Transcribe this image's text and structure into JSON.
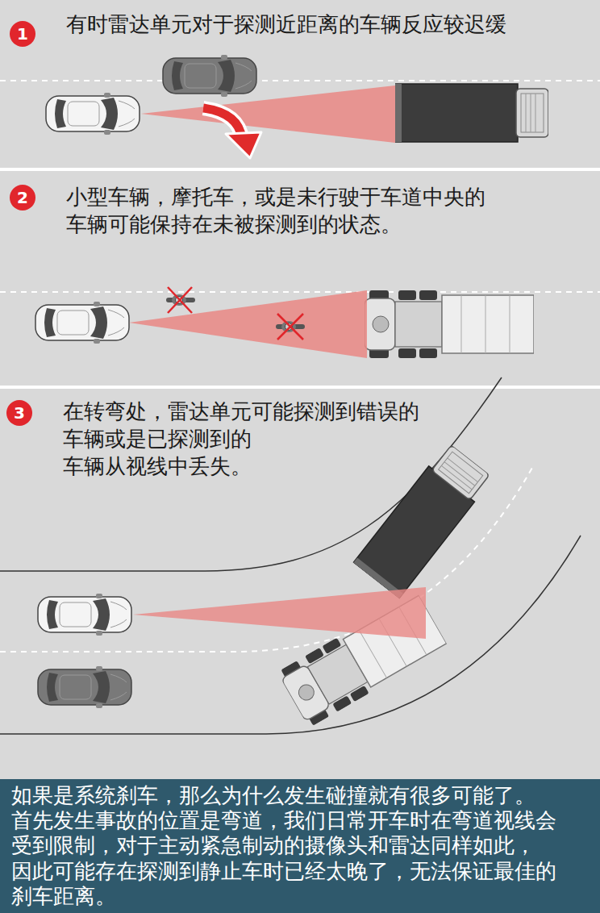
{
  "diagram": {
    "nodes": [
      {
        "text": [
          "有时雷达单元对于探测近距离的车辆反应较迟缓"
        ]
      },
      {
        "text": [
          "1"
        ],
        "in": 0
      },
      {
        "text": [
          "小型车辆，摩托车，或是未行驶于车道中央的 车辆可能保持在未被探测到的状态。"
        ]
      },
      {
        "text": [
          "2"
        ],
        "in": 2
      },
      {
        "text": [
          "在转弯处，雷达单元可能探测到错误的 车辆或是已探测到的 车辆从视线中丢失。"
        ]
      },
      {
        "text": [
          "3"
        ],
        "in": 4
      },
      {
        "text": [
          "如果是系统刹车，那么为什么发生碰撞就有很多可能了。 首先发生事故的位置是弯道，我们日常开车时在弯道视线会 受到限制，对于主动紧急制动的摄像头和雷达同样如此， 因此可能存在探测到静止车时已经太晚了，无法保证最佳的 刹车距离。"
        ]
      }
    ]
  }
}
